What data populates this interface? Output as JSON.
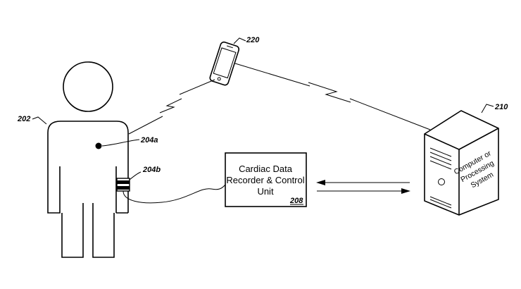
{
  "labels": {
    "person": "202",
    "sensor_a": "204a",
    "sensor_b": "204b",
    "recorder": "208",
    "computer": "210",
    "phone": "220"
  },
  "recorder_box": {
    "line1": "Cardiac Data",
    "line2": "Recorder & Control",
    "line3": "Unit"
  },
  "computer_text": {
    "line1": "Computer or",
    "line2": "Processing",
    "line3": "System"
  }
}
